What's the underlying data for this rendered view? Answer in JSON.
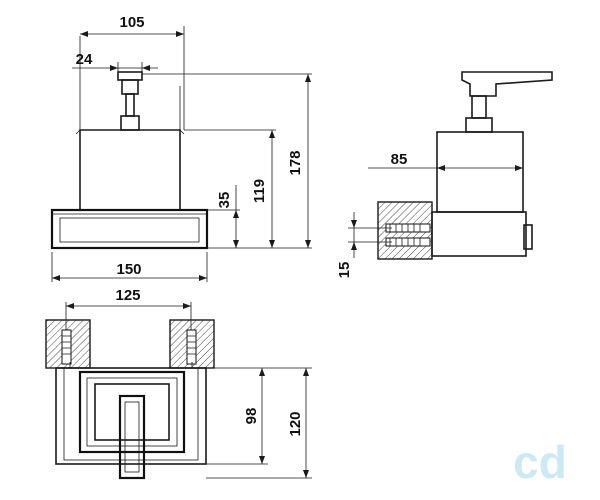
{
  "dimensions": {
    "width_top": "105",
    "pump_width": "24",
    "height_total": "178",
    "height_body": "119",
    "height_base": "35",
    "base_width": "150",
    "depth_side": "85",
    "mount_height": "15",
    "mount_spacing": "125",
    "depth_inner": "98",
    "depth_total": "120"
  },
  "watermark": "cd"
}
